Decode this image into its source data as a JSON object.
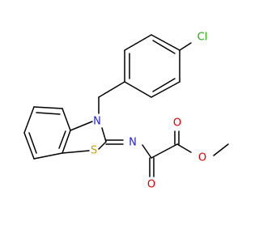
{
  "atom_labels": {
    "chlorine": "Cl",
    "ring_nitrogen": "N",
    "sulfur": "S",
    "imine_nitrogen": "N",
    "keto_oxygen": "O",
    "ester_carbonyl_oxygen": "O",
    "ester_oxygen": "O"
  },
  "colors": {
    "bond": "#000000",
    "chlorine": "#1fb800",
    "nitrogen": "#1f1fe0",
    "sulfur": "#c8a000",
    "oxygen": "#e00000",
    "background": "#ffffff"
  }
}
